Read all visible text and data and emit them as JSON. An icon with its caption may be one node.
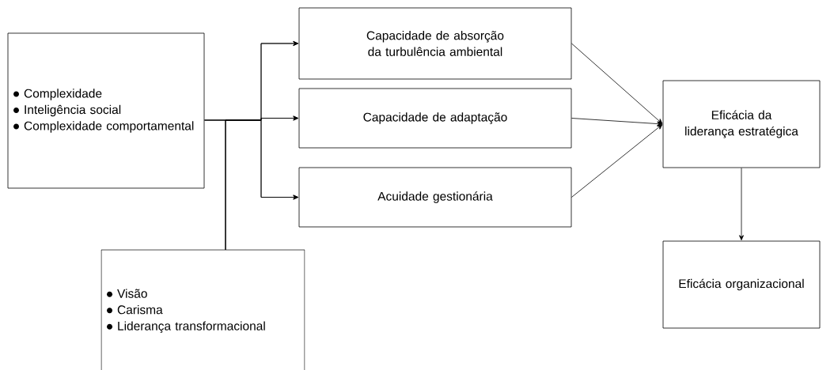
{
  "diagram": {
    "nodes": [
      {
        "text": [
          "Complexidade",
          "Inteligência social",
          "Complexidade comportamental"
        ]
      },
      {
        "text": [
          "Visão",
          "Carisma",
          "Liderança transformacional"
        ]
      },
      {
        "text": [
          "Capacidade de absorção da turbulência ambiental"
        ]
      },
      {
        "text": [
          "Capacidade de adaptação"
        ]
      },
      {
        "text": [
          "Acuidade gestionária"
        ]
      },
      {
        "text": [
          "Eficácia da liderança estratégica"
        ]
      },
      {
        "text": [
          "Eficácia organizacional"
        ]
      }
    ],
    "edges": [
      {
        "from": 0,
        "to": 2,
        "arrow": "to"
      },
      {
        "from": 0,
        "to": 3,
        "arrow": "to"
      },
      {
        "from": 0,
        "to": 4,
        "arrow": "to"
      },
      {
        "from": 1,
        "to": 2,
        "arrow": "to"
      },
      {
        "from": 1,
        "to": 3,
        "arrow": "to"
      },
      {
        "from": 1,
        "to": 4,
        "arrow": "to"
      },
      {
        "from": 2,
        "to": 5,
        "arrow": "to"
      },
      {
        "from": 3,
        "to": 5,
        "arrow": "to"
      },
      {
        "from": 4,
        "to": 5,
        "arrow": "to"
      },
      {
        "from": 5,
        "to": 6,
        "arrow": "to"
      }
    ]
  }
}
